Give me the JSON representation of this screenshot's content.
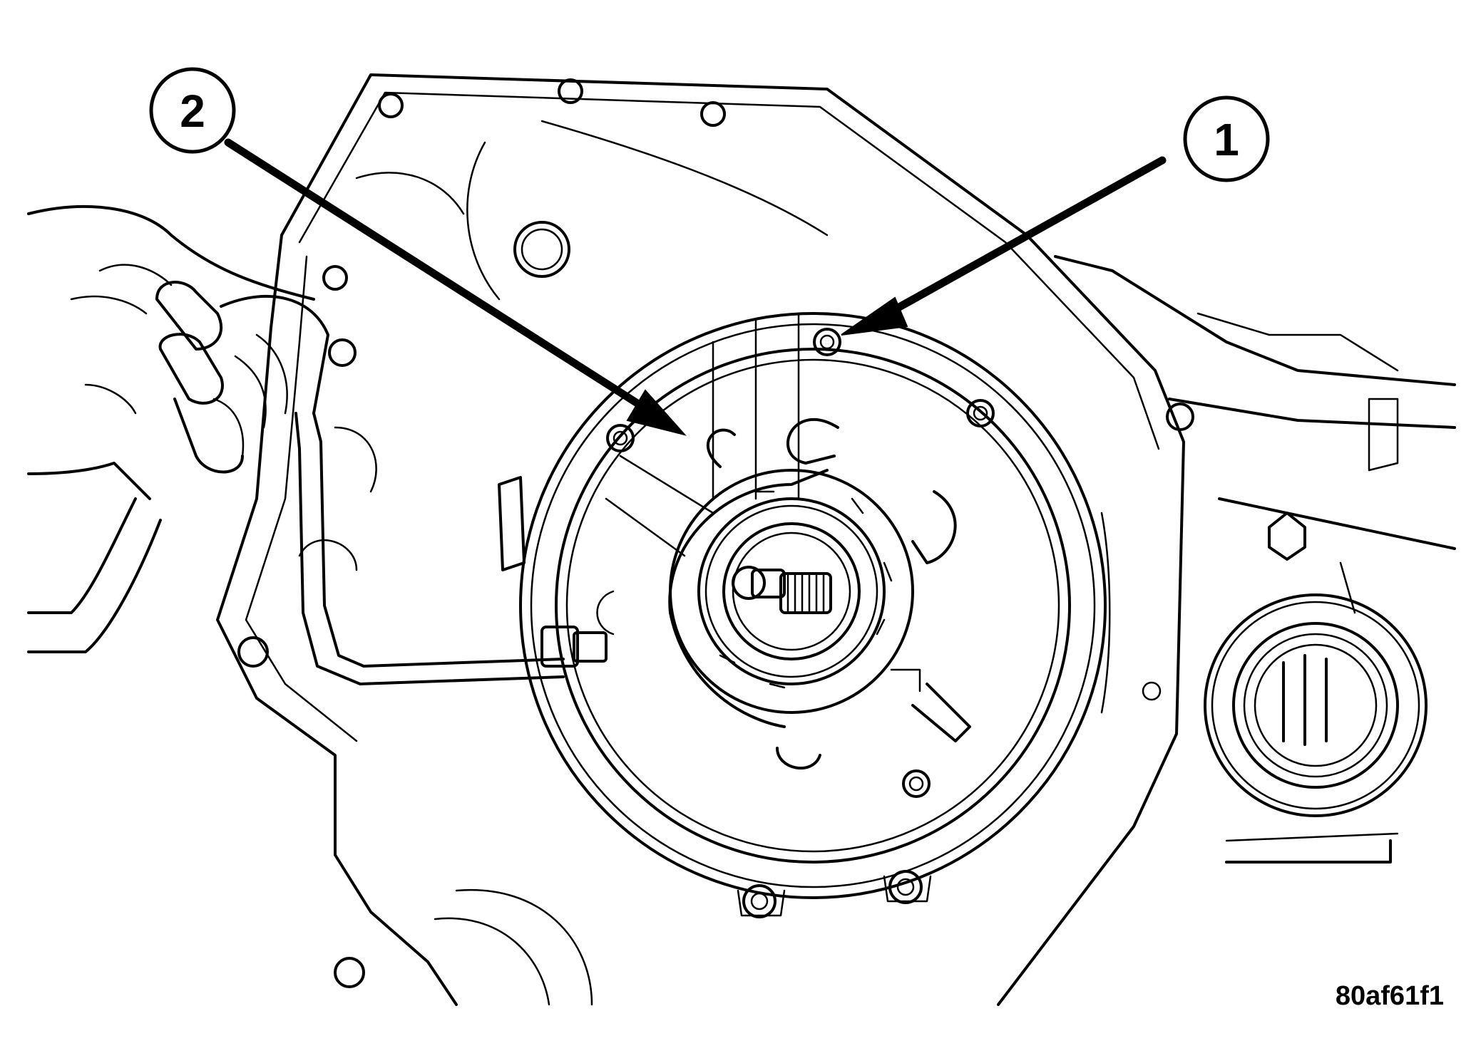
{
  "callouts": [
    {
      "id": "callout-1",
      "number": "1"
    },
    {
      "id": "callout-2",
      "number": "2"
    }
  ],
  "figure_id": "80af61f1"
}
